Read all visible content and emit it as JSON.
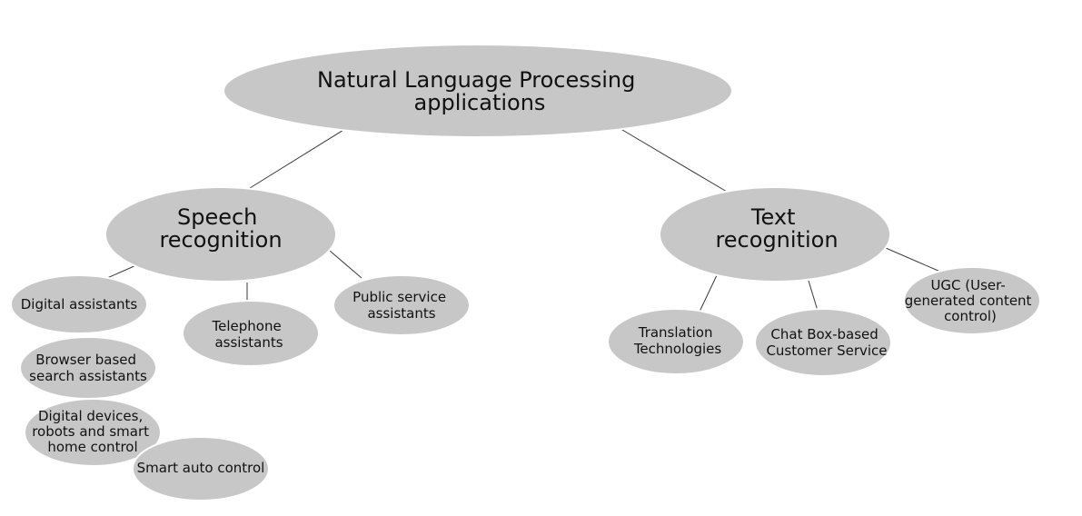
{
  "diagram": {
    "root": {
      "lines": [
        "Natural Language Processing",
        "applications"
      ]
    },
    "branches": {
      "speech": {
        "lines": [
          "Speech",
          "recognition"
        ]
      },
      "text": {
        "lines": [
          "Text",
          "recognition"
        ]
      }
    },
    "leaves": {
      "digital_assistants": {
        "lines": [
          "Digital assistants"
        ]
      },
      "telephone_assistants": {
        "lines": [
          "Telephone",
          "assistants"
        ]
      },
      "public_service_assistants": {
        "lines": [
          "Public service",
          "assistants"
        ]
      },
      "browser_search_assistants": {
        "lines": [
          "Browser based",
          "search assistants"
        ]
      },
      "digital_devices": {
        "lines": [
          "Digital devices,",
          "robots and smart",
          "home control"
        ]
      },
      "smart_auto_control": {
        "lines": [
          "Smart auto control"
        ]
      },
      "translation_technologies": {
        "lines": [
          "Translation",
          "Technologies"
        ]
      },
      "chat_box_customer_service": {
        "lines": [
          "Chat Box-based",
          "Customer Service"
        ]
      },
      "ugc": {
        "lines": [
          "UGC (User-",
          "generated content",
          "control)"
        ]
      }
    }
  }
}
